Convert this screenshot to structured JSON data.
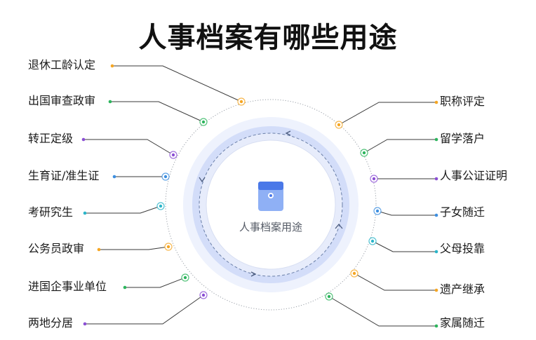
{
  "title": "人事档案有哪些用途",
  "center_label": "人事档案用途",
  "left_items": [
    {
      "label": "退休工龄认定",
      "color": "#f5a623"
    },
    {
      "label": "出国审查政审",
      "color": "#2db55d"
    },
    {
      "label": "转正定级",
      "color": "#8b4fd4"
    },
    {
      "label": "生育证/准生证",
      "color": "#3d8fe0"
    },
    {
      "label": "考研究生",
      "color": "#2bb5c9"
    },
    {
      "label": "公务员政审",
      "color": "#f5a623"
    },
    {
      "label": "进国企事业单位",
      "color": "#2db55d"
    },
    {
      "label": "两地分居",
      "color": "#8b4fd4"
    }
  ],
  "right_items": [
    {
      "label": "职称评定",
      "color": "#f5a623"
    },
    {
      "label": "留学落户",
      "color": "#2db55d"
    },
    {
      "label": "人事公证证明",
      "color": "#8b4fd4"
    },
    {
      "label": "子女随迁",
      "color": "#3d8fe0"
    },
    {
      "label": "父母投靠",
      "color": "#2bb5c9"
    },
    {
      "label": "遗产继承",
      "color": "#f5a623"
    },
    {
      "label": "家属随迁",
      "color": "#2db55d"
    }
  ],
  "colors": {
    "inner_ring": "#dfe6fb",
    "middle_ring": "#c6d3f8",
    "folder_body": "#8fb0f5",
    "folder_top": "#4a78e8"
  },
  "icons": {
    "center": "folder-icon"
  }
}
